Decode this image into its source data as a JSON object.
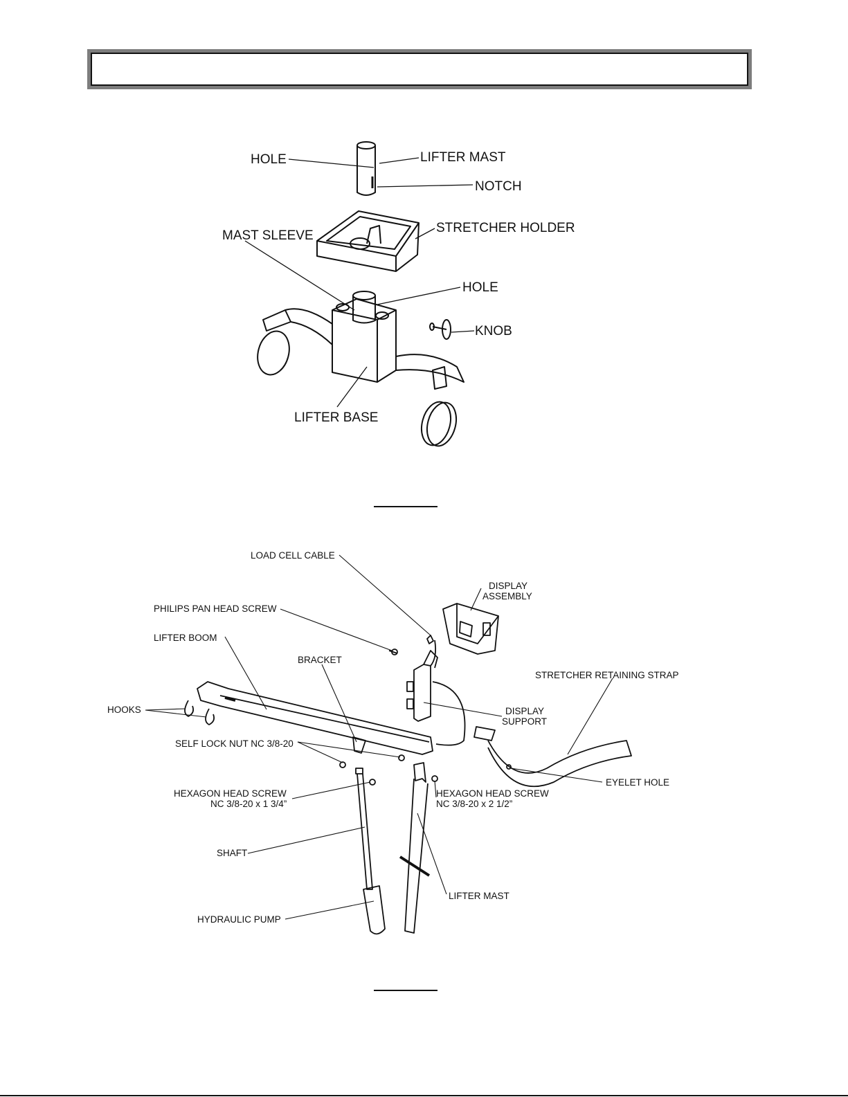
{
  "figure1": {
    "labels": {
      "hole_top": "HOLE",
      "lifter_mast": "LIFTER MAST",
      "notch": "NOTCH",
      "mast_sleeve": "MAST SLEEVE",
      "stretcher_holder": "STRETCHER HOLDER",
      "hole_sleeve": "HOLE",
      "knob": "KNOB",
      "lifter_base": "LIFTER BASE"
    }
  },
  "figure2": {
    "labels": {
      "load_cell_cable": "LOAD CELL CABLE",
      "display_assembly_1": "DISPLAY",
      "display_assembly_2": "ASSEMBLY",
      "philips_screw": "PHILIPS PAN HEAD SCREW",
      "lifter_boom": "LIFTER BOOM",
      "bracket": "BRACKET",
      "retaining_strap": "STRETCHER RETAINING STRAP",
      "hooks": "HOOKS",
      "display_support_1": "DISPLAY",
      "display_support_2": "SUPPORT",
      "self_lock_nut": "SELF LOCK NUT NC 3/8-20",
      "eyelet_hole": "EYELET HOLE",
      "hex_screw_left_1": "HEXAGON HEAD SCREW",
      "hex_screw_left_2": "NC 3/8-20 x 1 3/4”",
      "hex_screw_right_1": "HEXAGON HEAD SCREW",
      "hex_screw_right_2": "NC 3/8-20 x 2 1/2”",
      "shaft": "SHAFT",
      "lifter_mast": "LIFTER MAST",
      "hydraulic_pump": "HYDRAULIC PUMP"
    }
  }
}
